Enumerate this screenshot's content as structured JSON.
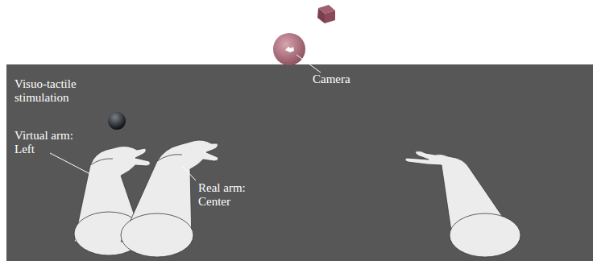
{
  "diagram": {
    "labels": [
      "Visuo-tactile stimulation",
      "Camera",
      "Virtual arm: Left",
      "Real arm: Center"
    ]
  }
}
